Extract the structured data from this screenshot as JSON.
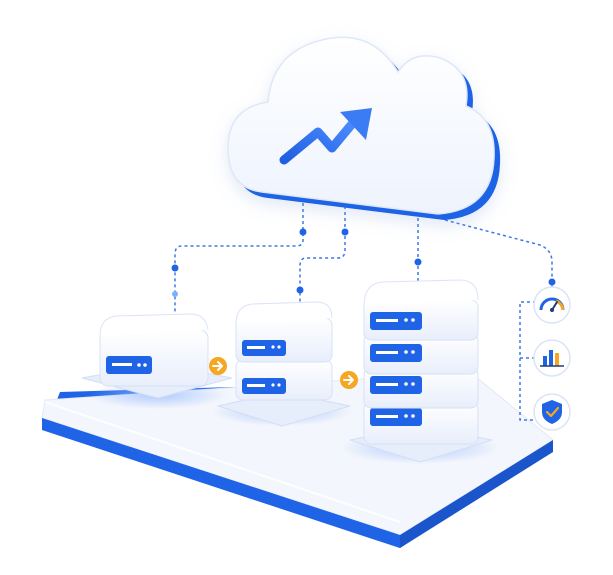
{
  "illustration": {
    "cloud_icon": "trending-up-arrow-icon",
    "servers": [
      {
        "units": 1,
        "icon": "server-unit-icon"
      },
      {
        "units": 2,
        "icon": "server-unit-icon"
      },
      {
        "units": 4,
        "icon": "server-unit-icon"
      }
    ],
    "flow_arrows": [
      "arrow-right-icon",
      "arrow-right-icon"
    ],
    "side_badges": [
      "speedometer-icon",
      "bar-chart-icon",
      "shield-check-icon"
    ]
  },
  "colors": {
    "accent_blue": "#1f63e6",
    "light_blue": "#dbe6fb",
    "orange": "#f5a623",
    "platform": "#f2f5fb",
    "dashed_line": "#3a78e8"
  }
}
